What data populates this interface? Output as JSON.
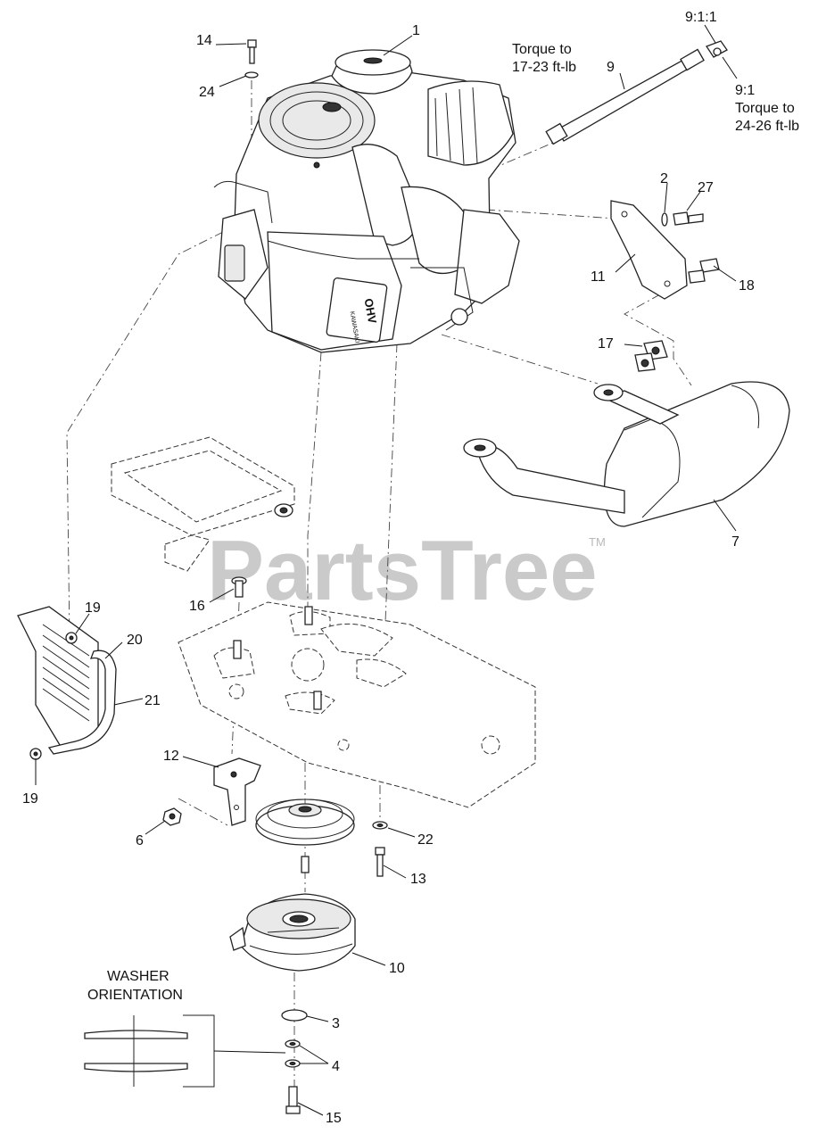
{
  "watermark": {
    "text": "PartsTree",
    "tm": "TM"
  },
  "callouts": {
    "c1": "1",
    "c2": "2",
    "c3": "3",
    "c4": "4",
    "c6": "6",
    "c7": "7",
    "c9": "9",
    "c10": "10",
    "c11": "11",
    "c12": "12",
    "c13": "13",
    "c14": "14",
    "c15": "15",
    "c16": "16",
    "c17": "17",
    "c18": "18",
    "c19a": "19",
    "c19b": "19",
    "c20": "20",
    "c21": "21",
    "c22": "22",
    "c24": "24",
    "c27": "27"
  },
  "notes": {
    "torque_a_line1": "Torque to",
    "torque_a_line2": "17-23 ft-lb",
    "ratio_top": "9:1:1",
    "ratio_mid": "9:1",
    "torque_b_line1": "Torque to",
    "torque_b_line2": "24-26 ft-lb",
    "washer_line1": "WASHER",
    "washer_line2": "ORIENTATION"
  },
  "engine_labels": {
    "ohv": "OHV",
    "brand": "KAWASAKI"
  }
}
